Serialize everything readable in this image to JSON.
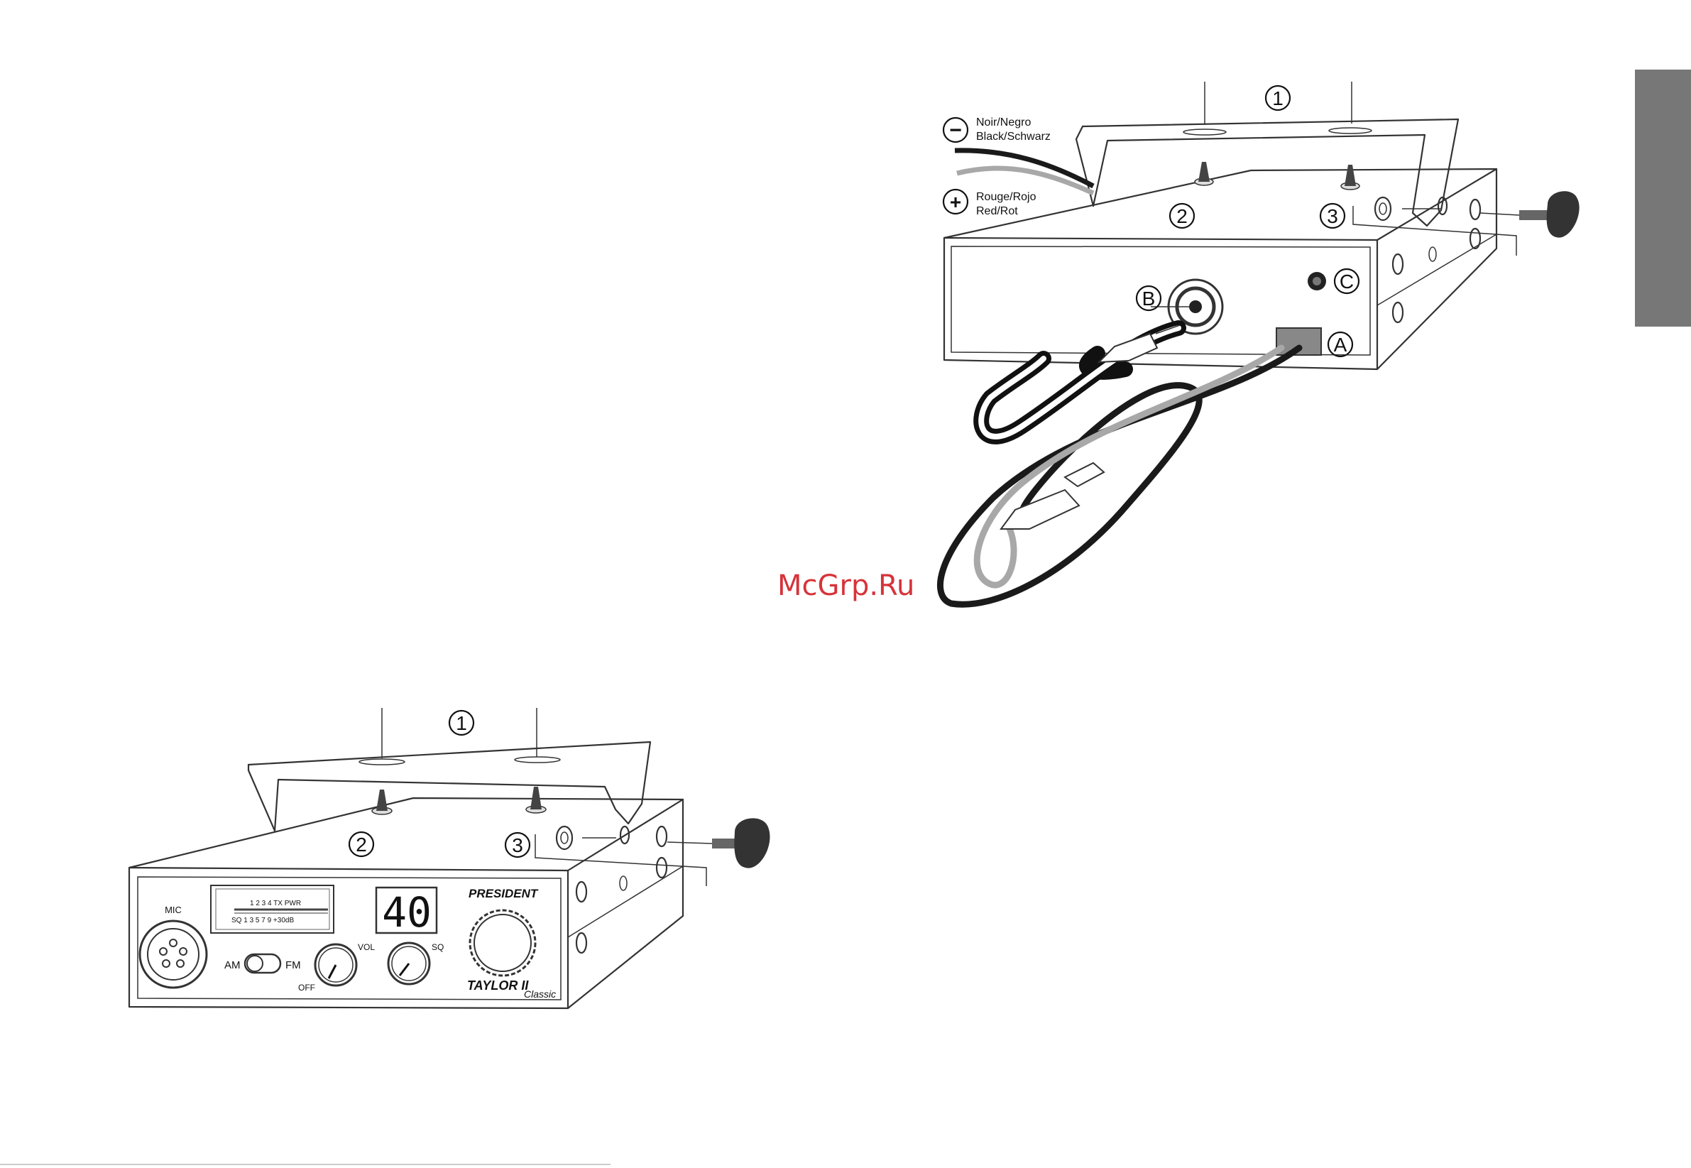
{
  "watermark": "McGrp.Ru",
  "rear_view": {
    "callouts": {
      "bracket": "1",
      "stud": "2",
      "washer": "3",
      "antenna": "B",
      "power": "A",
      "jack": "C"
    },
    "wires": {
      "negative_symbol": "−",
      "negative_line1": "Noir/Negro",
      "negative_line2": "Black/Schwarz",
      "positive_symbol": "+",
      "positive_line1": "Rouge/Rojo",
      "positive_line2": "Red/Rot"
    }
  },
  "front_view": {
    "callouts": {
      "bracket": "1",
      "stud": "2",
      "washer": "3"
    },
    "panel": {
      "mic_label": "MIC",
      "am_label": "AM",
      "fm_label": "FM",
      "vol_label": "VOL",
      "off_label": "OFF",
      "sq_label": "SQ",
      "channel_display": "40",
      "brand": "PRESIDENT",
      "model": "TAYLOR II",
      "model_sub": "Classic",
      "meter_top": "1    2  3 4  TX   PWR",
      "meter_bottom": "SQ  1      3    5  7  9   +30dB"
    }
  },
  "colors": {
    "outline": "#333333",
    "black_wire": "#1a1a1a",
    "grey_wire": "#a8a8a8",
    "side_tab": "#777777",
    "watermark": "#d6333a"
  }
}
